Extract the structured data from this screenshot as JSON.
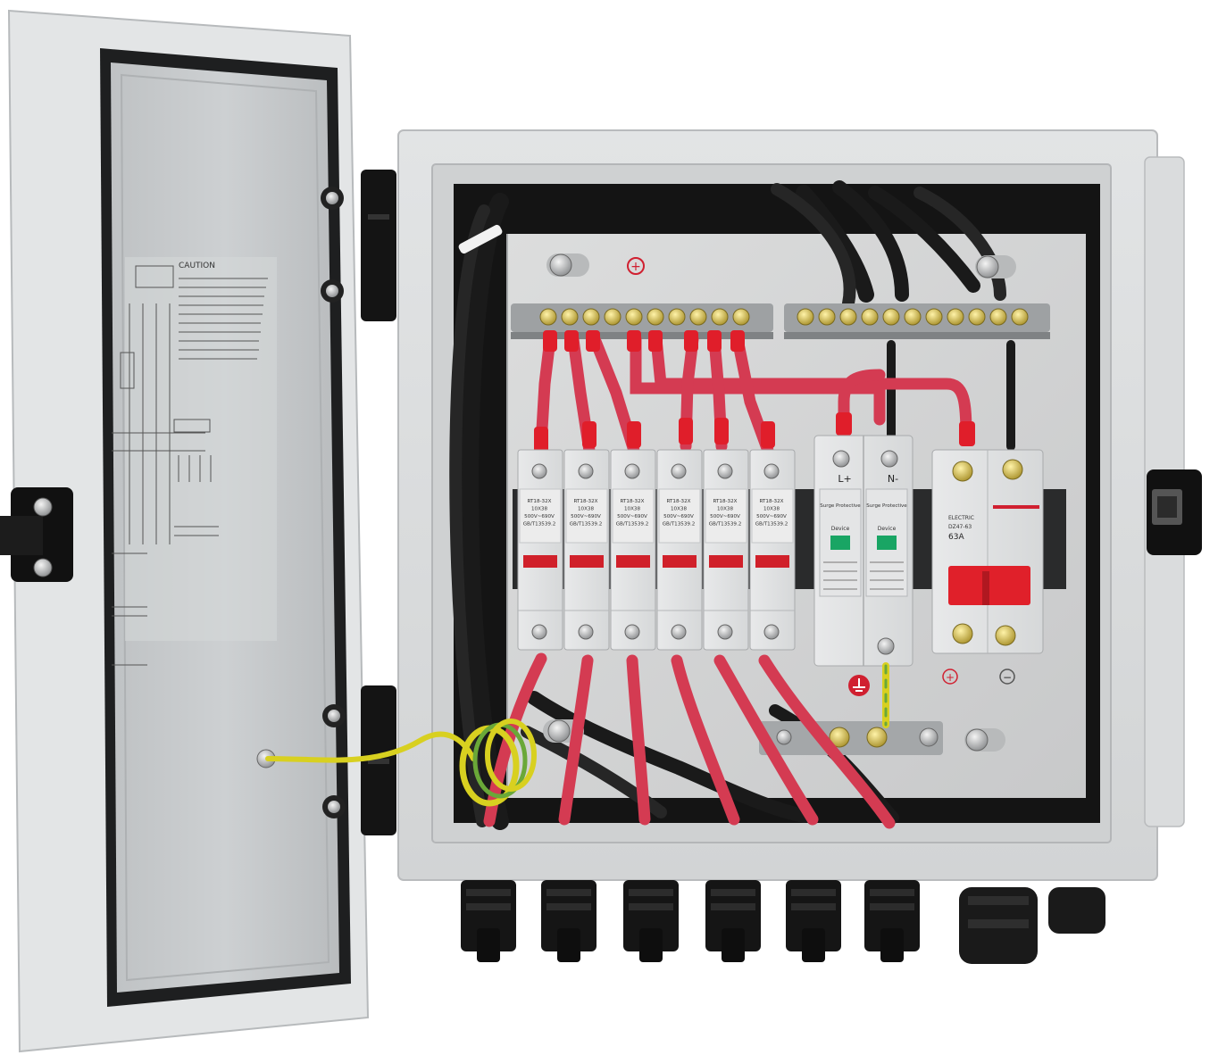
{
  "fuse_holders": [
    {
      "line1": "RT18-32X",
      "line2": "10X38",
      "line3": "500V~690V",
      "line4": "GB/T13539.2"
    },
    {
      "line1": "RT18-32X",
      "line2": "10X38",
      "line3": "500V~690V",
      "line4": "GB/T13539.2"
    },
    {
      "line1": "RT18-32X",
      "line2": "10X38",
      "line3": "500V~690V",
      "line4": "GB/T13539.2"
    },
    {
      "line1": "RT18-32X",
      "line2": "10X38",
      "line3": "500V~690V",
      "line4": "GB/T13539.2"
    },
    {
      "line1": "RT18-32X",
      "line2": "10X38",
      "line3": "500V~690V",
      "line4": "GB/T13539.2"
    },
    {
      "line1": "RT18-32X",
      "line2": "10X38",
      "line3": "500V~690V",
      "line4": "GB/T13539.2"
    }
  ],
  "spd": {
    "pole_l": "L+",
    "pole_n": "N-",
    "title_l": "Surge Protective",
    "title_n": "Surge Protective",
    "device_l": "Device",
    "device_n": "Device"
  },
  "breaker": {
    "brand": "ELECTRIC",
    "model": "DZ47-63",
    "rating": "63A"
  },
  "panel_marks": {
    "positive": "+",
    "minus": "−"
  },
  "door_label": {
    "heading": "CAUTION"
  },
  "colors": {
    "enclosure": "#dcdedf",
    "door_panel": "#c9ccce",
    "backplate": "#d4d5d6",
    "red_cable": "#d43b52",
    "black_cable": "#1a1a1a",
    "fuse_window": "#d0202a",
    "spd_window": "#19a564",
    "breaker_handle": "#e0202a",
    "ground_wire": "#d8d020"
  }
}
